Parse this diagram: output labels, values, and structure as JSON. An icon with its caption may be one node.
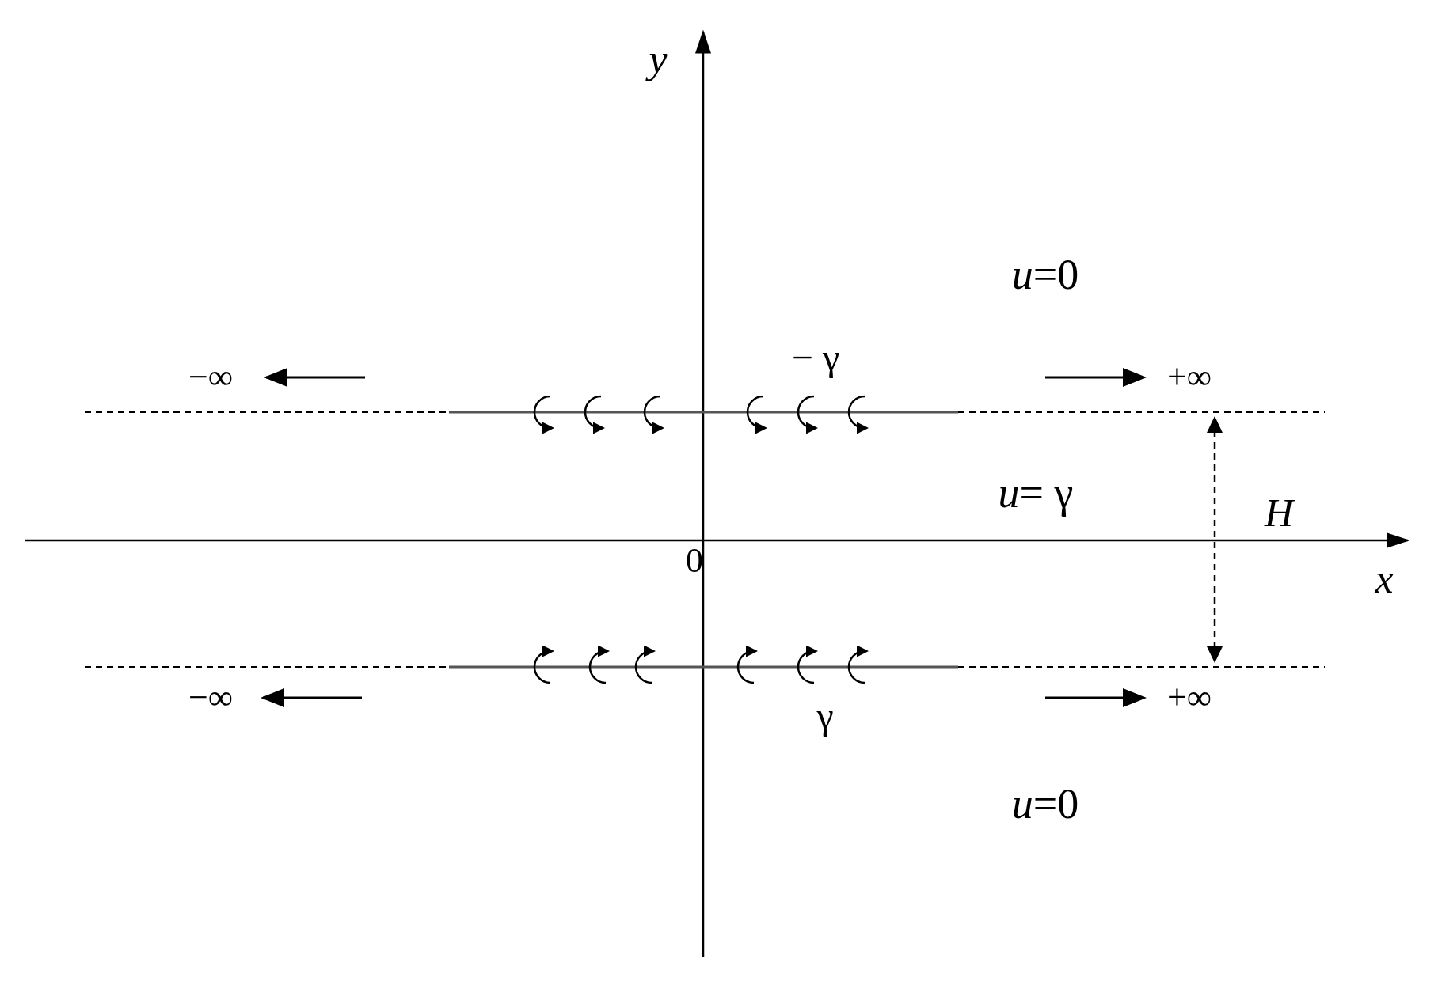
{
  "diagram": {
    "labels": [
      "y",
      "*u*=0",
      "− γ",
      "−∞",
      "+∞",
      "*u*= γ",
      "H",
      "0",
      "x",
      "−∞",
      "+∞",
      "γ",
      "*u*=0"
    ]
  }
}
